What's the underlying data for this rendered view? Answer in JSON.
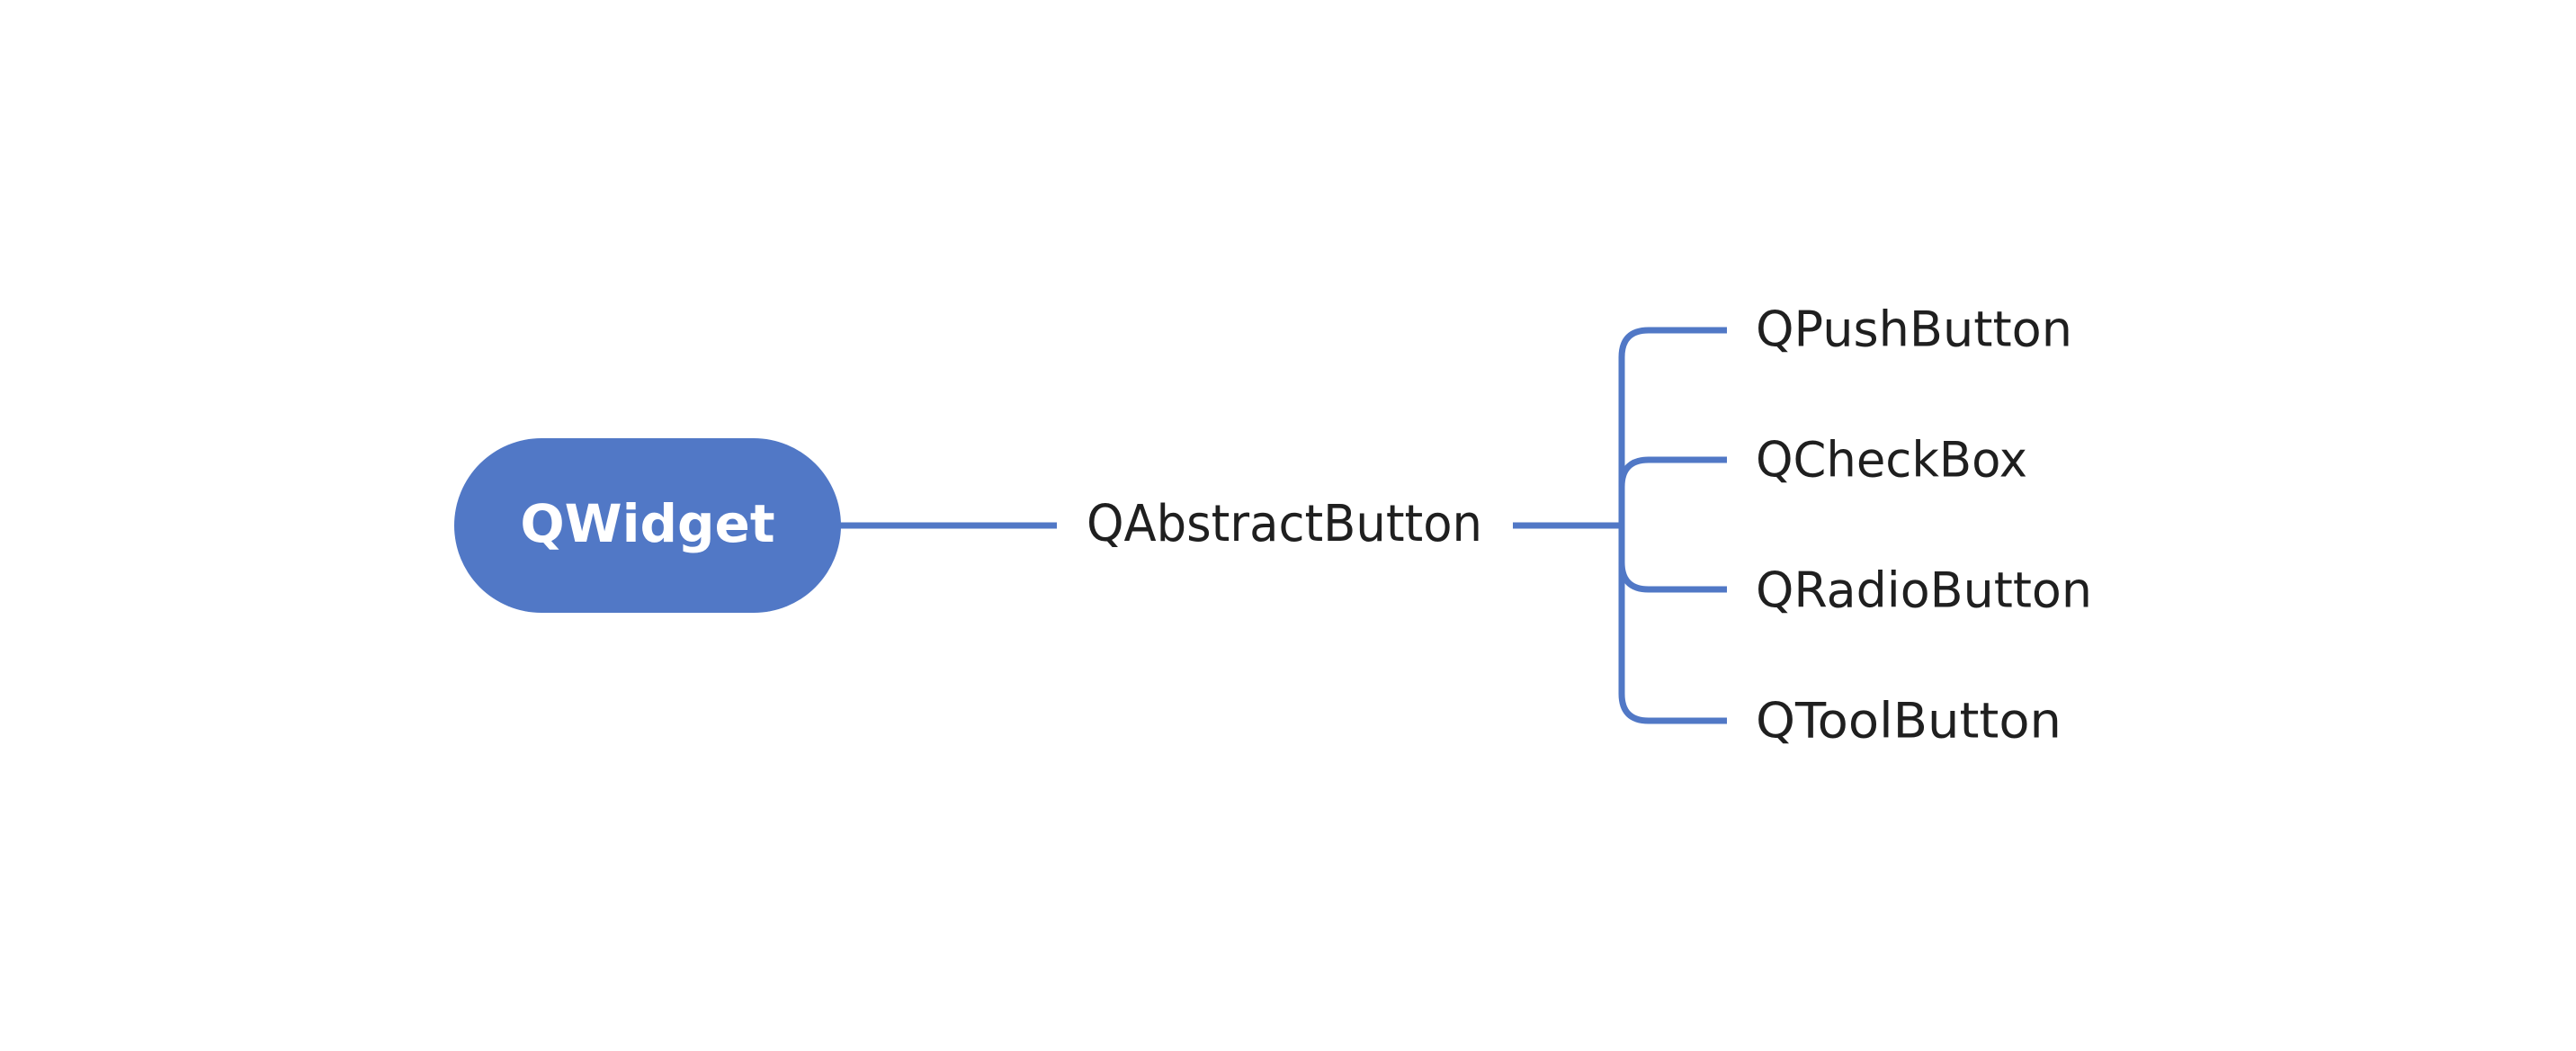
{
  "colors": {
    "accent": "#5178c6",
    "text": "#1f1f1f",
    "root_text": "#ffffff",
    "background": "#ffffff"
  },
  "root": {
    "label": "QWidget"
  },
  "middle": {
    "label": "QAbstractButton"
  },
  "children": [
    {
      "label": "QPushButton"
    },
    {
      "label": "QCheckBox"
    },
    {
      "label": "QRadioButton"
    },
    {
      "label": "QToolButton"
    }
  ]
}
